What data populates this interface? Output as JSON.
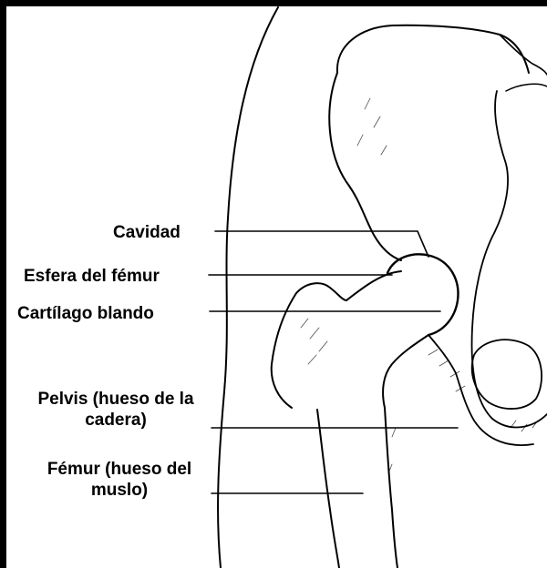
{
  "labels": {
    "cavidad": "Cavidad",
    "esfera": "Esfera del fémur",
    "cartilago": "Cartílago blando",
    "pelvis_line1": "Pelvis (hueso de la",
    "pelvis_line2": "cadera)",
    "femur_line1": "Fémur (hueso del",
    "femur_line2": "muslo)"
  }
}
